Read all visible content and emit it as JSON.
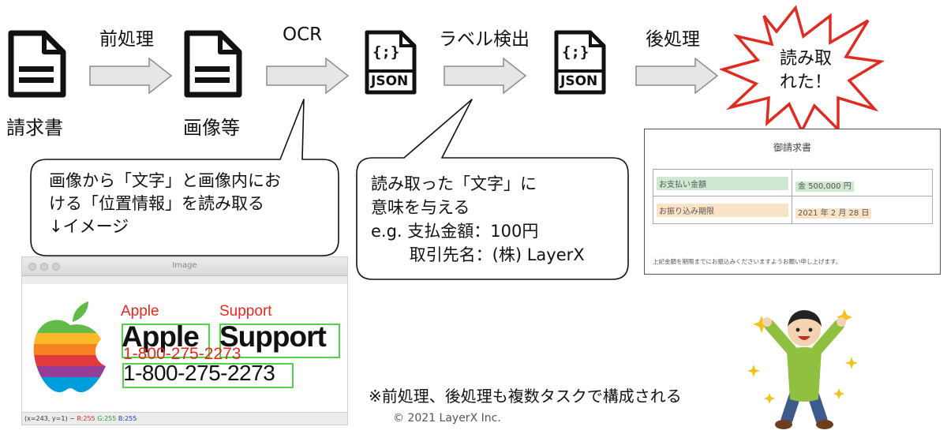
{
  "pipeline": {
    "nodes": [
      {
        "label": "請求書"
      },
      {
        "label": "画像等"
      }
    ],
    "json_icon_text": "JSON",
    "json_icon_brace": "{;}",
    "steps": [
      {
        "label": "前処理"
      },
      {
        "label": "OCR"
      },
      {
        "label": "ラベル検出"
      },
      {
        "label": "後処理"
      }
    ],
    "result_burst": "読み取\nれた！"
  },
  "bubbles": {
    "ocr": "画像から「文字」と画像内にお\nける「位置情報」を読み取る\n↓イメージ",
    "label": "読み取った「文字」に\n意味を与える\ne.g. 支払金額：100円\n　　 取引先名：(株) LayerX"
  },
  "ocr_window": {
    "title": "Image",
    "detected": [
      "Apple",
      "Support",
      "1-800-275-2273"
    ],
    "status_prefix": "(x=243, y=1) ~ ",
    "r": "R:255",
    "g": "G:255",
    "b": "B:255"
  },
  "invoice": {
    "title": "御請求書",
    "rows": [
      {
        "key": "お支払い金額",
        "value": "金 500,000 円"
      },
      {
        "key": "お振り込み期限",
        "value": "2021 年 2 月 28 日"
      }
    ],
    "note": "上記金額を期限までにお振込みくださいますようお願い申し上げます。"
  },
  "footnote": "※前処理、後処理も複数タスクで構成される",
  "copyright": "© 2021 LayerX Inc.",
  "colors": {
    "arrow_fill": "#e6e6e6",
    "arrow_stroke": "#8c8c8c",
    "burst_stroke": "#e02b20",
    "detect_green": "#54d348",
    "detect_red": "#e8281e",
    "green_highlight": "#cfe8d2",
    "orange_highlight": "#fbe3c6"
  }
}
